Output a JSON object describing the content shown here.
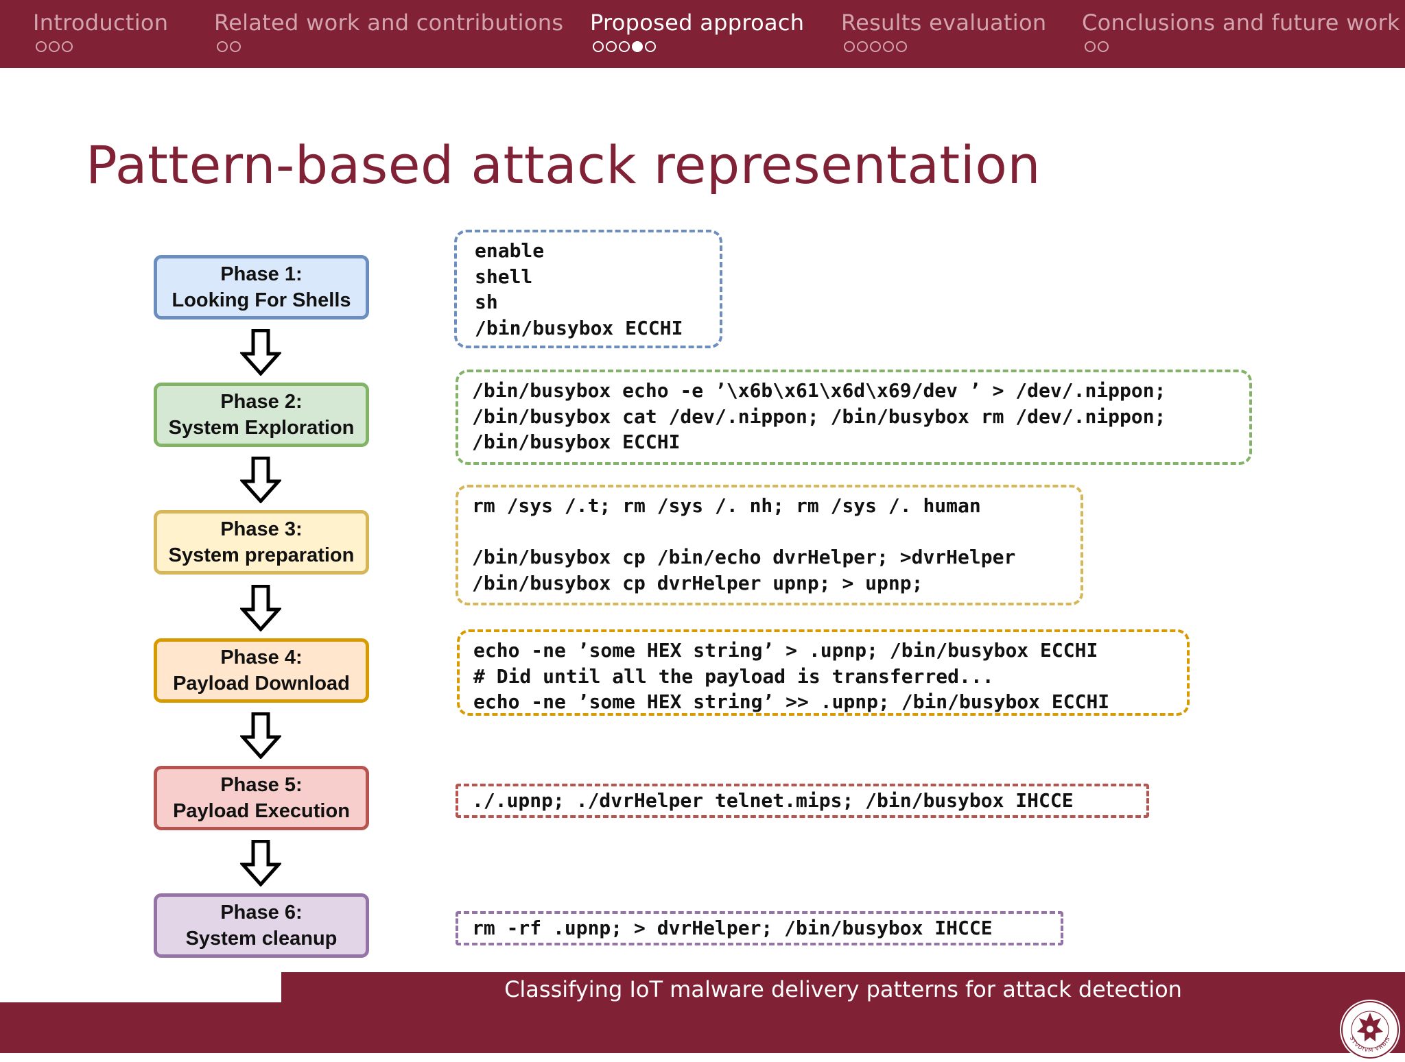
{
  "nav": [
    {
      "label": "Introduction",
      "dots": 3,
      "filled": -1,
      "active": false
    },
    {
      "label": "Related work and contributions",
      "dots": 2,
      "filled": -1,
      "active": false
    },
    {
      "label": "Proposed approach",
      "dots": 5,
      "filled": 3,
      "active": true
    },
    {
      "label": "Results evaluation",
      "dots": 5,
      "filled": -1,
      "active": false
    },
    {
      "label": "Conclusions and future work",
      "dots": 2,
      "filled": -1,
      "active": false
    }
  ],
  "title": "Pattern-based attack representation",
  "phases": [
    {
      "name": "Phase 1:",
      "desc": "Looking For Shells",
      "border": "#6c8ebf",
      "fill": "#dae8fc"
    },
    {
      "name": "Phase 2:",
      "desc": "System Exploration",
      "border": "#82b366",
      "fill": "#d5e8d4"
    },
    {
      "name": "Phase 3:",
      "desc": "System preparation",
      "border": "#d6b656",
      "fill": "#fff2cc"
    },
    {
      "name": "Phase 4:",
      "desc": "Payload Download",
      "border": "#d79b00",
      "fill": "#ffe6cc"
    },
    {
      "name": "Phase 5:",
      "desc": "Payload Execution",
      "border": "#b85450",
      "fill": "#f8cecc"
    },
    {
      "name": "Phase 6:",
      "desc": "System cleanup",
      "border": "#9673a6",
      "fill": "#e1d5e7"
    }
  ],
  "code_blocks": [
    {
      "color": "#6c8ebf",
      "lines": [
        "enable",
        "shell",
        "sh",
        "/bin/busybox ECCHI"
      ]
    },
    {
      "color": "#82b366",
      "lines": [
        "/bin/busybox echo -e ’\\x6b\\x61\\x6d\\x69/dev ’ > /dev/.nippon;",
        "/bin/busybox cat /dev/.nippon; /bin/busybox rm /dev/.nippon;",
        "/bin/busybox ECCHI"
      ]
    },
    {
      "color": "#d6b656",
      "lines": [
        "rm /sys /.t; rm /sys /. nh; rm /sys /. human",
        "",
        "/bin/busybox cp /bin/echo dvrHelper; >dvrHelper",
        "/bin/busybox cp dvrHelper upnp; > upnp;"
      ]
    },
    {
      "color": "#d79b00",
      "lines": [
        "echo -ne ’some HEX string’ > .upnp; /bin/busybox ECCHI",
        "# Did until all the payload is transferred...",
        "echo -ne ’some HEX string’ >> .upnp; /bin/busybox ECCHI"
      ]
    },
    {
      "color": "#b85450",
      "lines": [
        "./.upnp; ./dvrHelper telnet.mips; /bin/busybox IHCCE"
      ]
    },
    {
      "color": "#9673a6",
      "lines": [
        "rm -rf .upnp; > dvrHelper; /bin/busybox IHCCE"
      ]
    }
  ],
  "footer": "Classifying IoT malware delivery patterns for attack detection",
  "logo": {
    "name": "university-seal",
    "text": "STVDIVM VRBIS"
  },
  "colors": {
    "accent": "#812135",
    "nav_inactive": "#d3a4ae"
  }
}
